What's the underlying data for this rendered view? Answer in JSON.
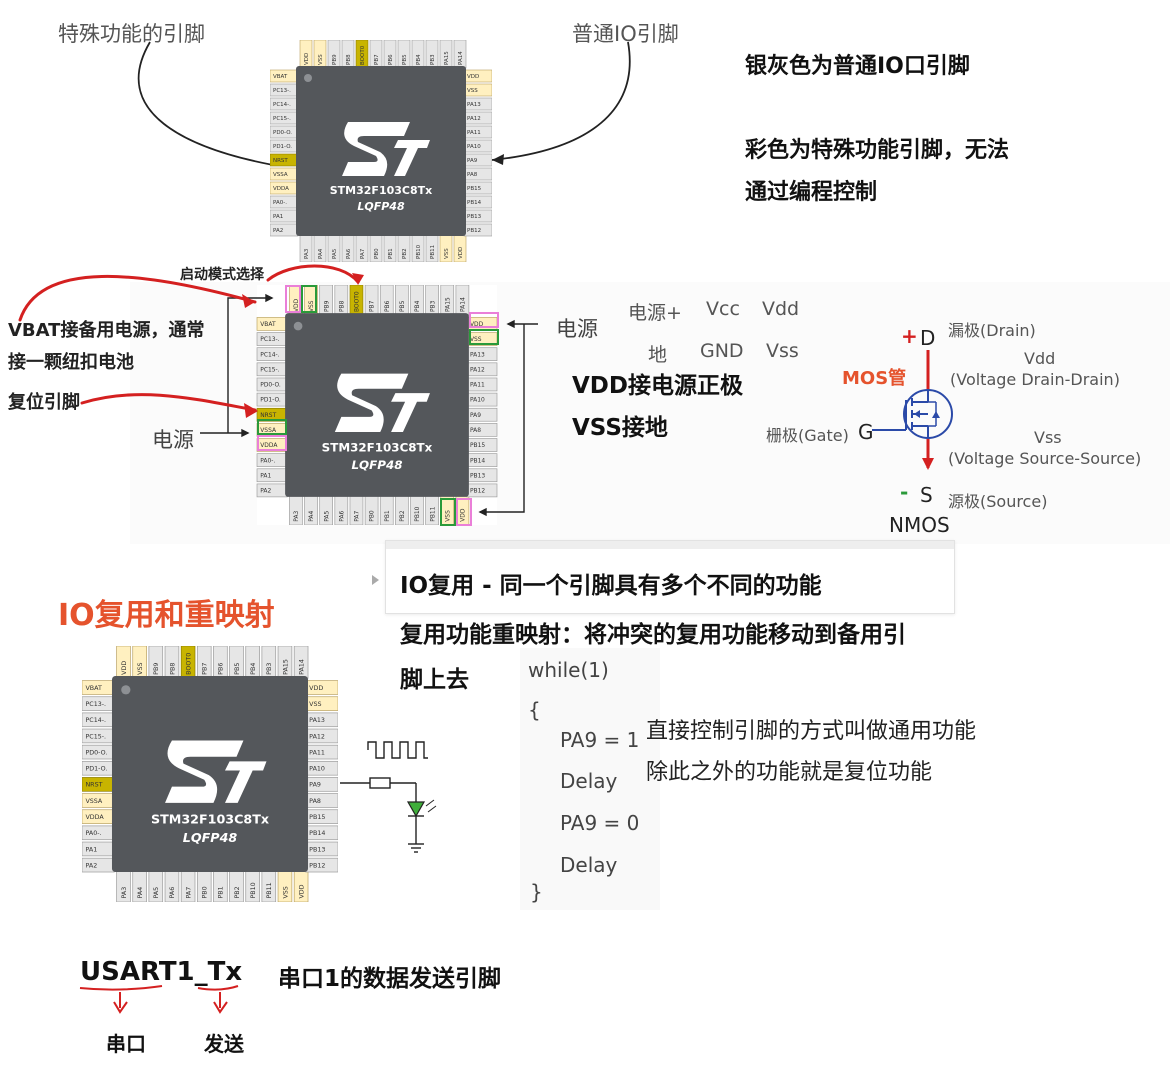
{
  "top_section": {
    "label_special": "特殊功能的引脚",
    "label_normal": "普通IO引脚",
    "note_gray": "银灰色为普通IO口引脚",
    "note_color_1": "彩色为特殊功能引脚，无法",
    "note_color_2": "通过编程控制"
  },
  "chip": {
    "name": "STM32F103C8Tx",
    "package": "LQFP48",
    "top_pins": [
      "VDD",
      "VSS",
      "PB9",
      "PB8",
      "BOOT0",
      "PB7",
      "PB6",
      "PB5",
      "PB4",
      "PB3",
      "PA15",
      "PA14"
    ],
    "left_pins": [
      "VBAT",
      "PC13-.",
      "PC14-.",
      "PC15-.",
      "PD0-O.",
      "PD1-O.",
      "NRST",
      "VSSA",
      "VDDA",
      "PA0-.",
      "PA1",
      "PA2"
    ],
    "right_pins": [
      "VDD",
      "VSS",
      "PA13",
      "PA12",
      "PA11",
      "PA10",
      "PA9",
      "PA8",
      "PB15",
      "PB14",
      "PB13",
      "PB12"
    ],
    "bottom_pins": [
      "PA3",
      "PA4",
      "PA5",
      "PA6",
      "PA7",
      "PB0",
      "PB1",
      "PB2",
      "PB10",
      "PB11",
      "VSS",
      "VDD"
    ]
  },
  "middle_section": {
    "boot_label": "启动模式选择",
    "vbat_note_1": "VBAT接备用电源，通常",
    "vbat_note_2": "接一颗纽扣电池",
    "reset_note": "复位引脚",
    "power_left": "电源",
    "power_right": "电源",
    "vdd_note": "VDD接电源正极",
    "vss_note": "VSS接地",
    "table_row1": [
      "电源+",
      "Vcc",
      "Vdd"
    ],
    "table_row2": [
      "地",
      "GND",
      "Vss"
    ]
  },
  "mos": {
    "title": "MOS管",
    "plus": "+",
    "minus": "-",
    "drain_letter": "D",
    "source_letter": "S",
    "gate_letter": "G",
    "drain_label": "漏极(Drain)",
    "source_label": "源极(Source)",
    "gate_label": "栅极(Gate)",
    "vdd": "Vdd",
    "vdd_desc": "(Voltage Drain-Drain)",
    "vss": "Vss",
    "vss_desc": "(Voltage Source-Source)",
    "type": "NMOS"
  },
  "io_section": {
    "heading": "IO复用和重映射",
    "mux_note": "IO复用 - 同一个引脚具有多个不同的功能",
    "remap_note_1": "复用功能重映射：将冲突的复用功能移动到备用引",
    "remap_note_2": "脚上去",
    "code": [
      "while(1)",
      "{",
      "PA9 = 1",
      "Delay",
      "PA9 = 0",
      "Delay",
      "}"
    ],
    "gpio_note_1": "直接控制引脚的方式叫做通用功能",
    "gpio_note_2": "除此之外的功能就是复位功能"
  },
  "usart": {
    "name_part1": "USART1",
    "name_sep": "_",
    "name_part2": "Tx",
    "desc": "串口1的数据发送引脚",
    "sub1": "串口",
    "sub2": "发送"
  },
  "colors": {
    "red": "#d42020",
    "orange": "#e5532d",
    "chip_gray": "#54575b"
  }
}
